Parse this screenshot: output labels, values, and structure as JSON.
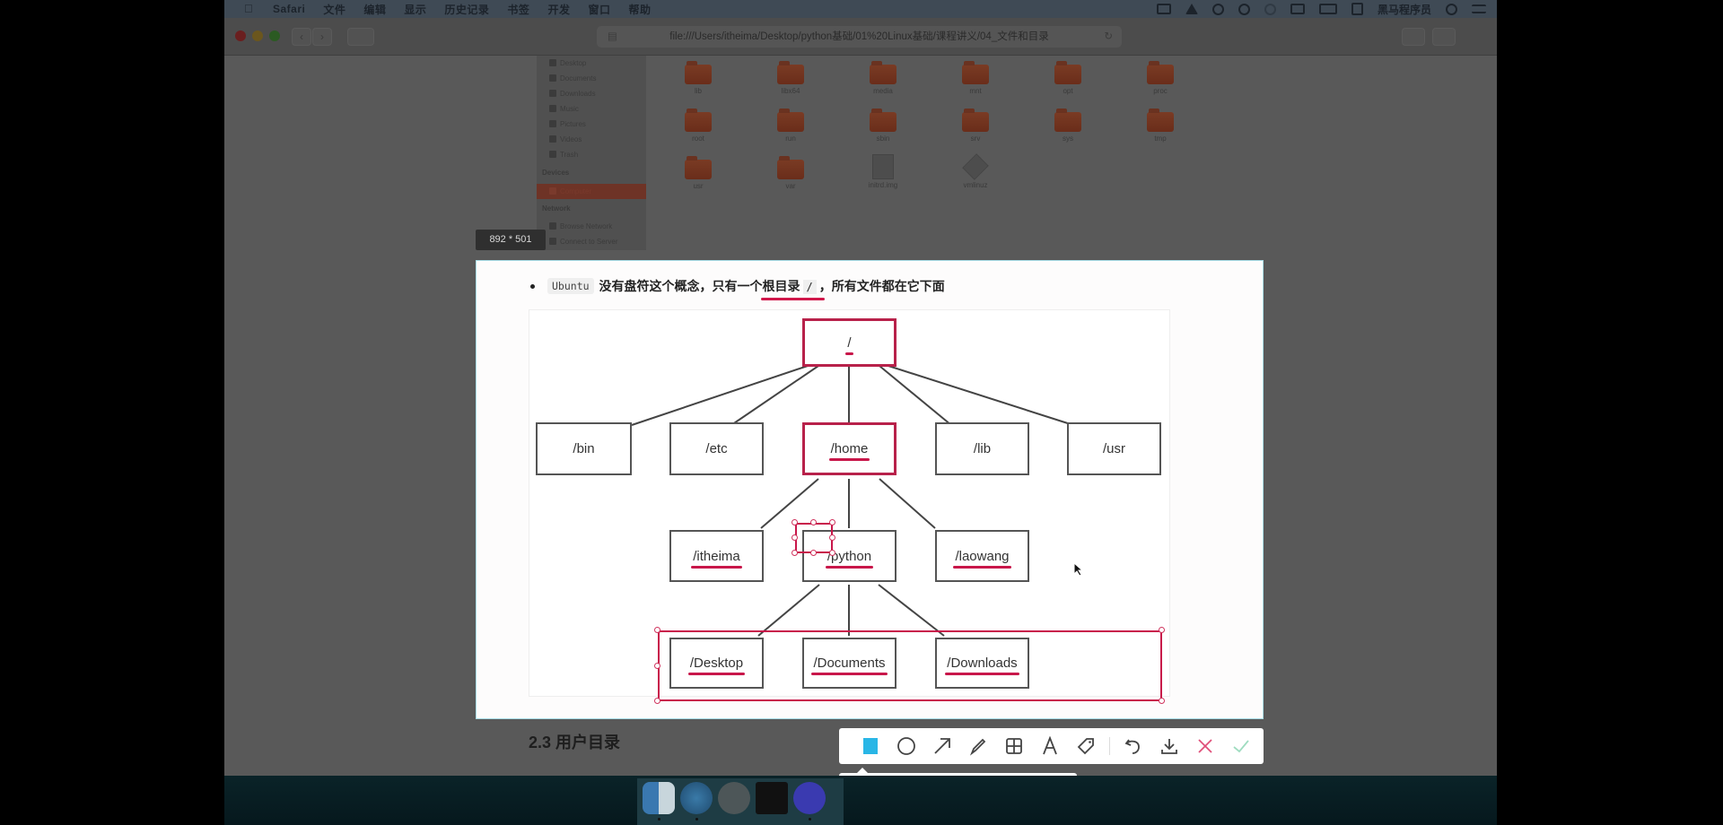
{
  "menubar": {
    "app": "Safari",
    "items": [
      "文件",
      "编辑",
      "显示",
      "历史记录",
      "书签",
      "开发",
      "窗口",
      "帮助"
    ],
    "right_label": "黑马程序员",
    "status_icons": [
      "screen-record-icon",
      "location-icon",
      "scissors-icon",
      "sync-icon",
      "wifi-icon",
      "airplay-icon",
      "keyboard-icon",
      "calendar-icon",
      "search-icon",
      "list-icon"
    ]
  },
  "safari": {
    "address": "file:///Users/itheima/Desktop/python基础/01%20Linux基础/课程讲义/04_文件和目录",
    "back": "‹",
    "forward": "›"
  },
  "finder": {
    "places": [
      "Desktop",
      "Documents",
      "Downloads",
      "Music",
      "Pictures",
      "Videos",
      "Trash"
    ],
    "devices_heading": "Devices",
    "devices": [
      "Computer"
    ],
    "network_heading": "Network",
    "network": [
      "Browse Network",
      "Connect to Server"
    ],
    "files_row1": [
      "lib",
      "libx64",
      "media",
      "mnt",
      "opt",
      "proc"
    ],
    "files_row2": [
      "root",
      "run",
      "sbin",
      "srv",
      "sys",
      "tmp"
    ],
    "files_row3": [
      "usr",
      "var",
      "initrd.img",
      "vmlinuz"
    ]
  },
  "capture": {
    "size_label": "892 * 501",
    "bullet": {
      "code": "Ubuntu",
      "text1": "没有盘符这个概念，只有一个",
      "highlight": "根目录",
      "slash": "/",
      "text2": "，所有文件都在它下面"
    },
    "diagram": {
      "root": "/",
      "level2": [
        "/bin",
        "/etc",
        "/home",
        "/lib",
        "/usr"
      ],
      "level3": [
        "/itheima",
        "/python",
        "/laowang"
      ],
      "level4": [
        "/Desktop",
        "/Documents",
        "/Downloads"
      ]
    }
  },
  "page": {
    "section_heading": "2.3 用户目录"
  },
  "annotate_toolbar": {
    "tools": [
      "rectangle",
      "ellipse",
      "arrow",
      "pen",
      "mosaic",
      "text",
      "tag",
      "undo",
      "download",
      "cancel",
      "confirm"
    ],
    "active_tool": "rectangle",
    "active_color": "#d6002f",
    "accent": "#29b6e6",
    "stroke_sizes": [
      "small",
      "medium",
      "large"
    ]
  },
  "dock": {
    "apps": [
      "Finder",
      "Safari",
      "Launchpad",
      "Terminal",
      "Screen Recorder"
    ]
  }
}
